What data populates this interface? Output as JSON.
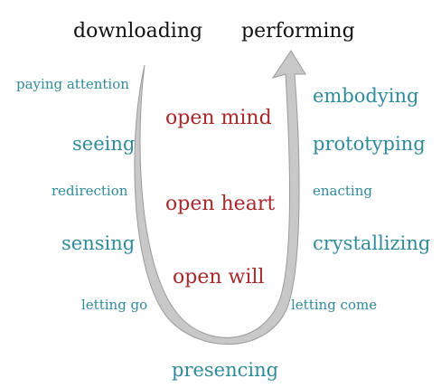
{
  "top": {
    "left_label": "downloading",
    "right_label": "performing"
  },
  "left_side": [
    {
      "text": "paying attention"
    },
    {
      "text": "seeing"
    },
    {
      "text": "redirection"
    },
    {
      "text": "sensing"
    },
    {
      "text": "letting go"
    }
  ],
  "right_side": [
    {
      "text": "embodying"
    },
    {
      "text": "prototyping"
    },
    {
      "text": "enacting"
    },
    {
      "text": "crystallizing"
    },
    {
      "text": "letting come"
    }
  ],
  "center": [
    {
      "text": "open mind"
    },
    {
      "text": "open heart"
    },
    {
      "text": "open will"
    }
  ],
  "bottom": {
    "label": "presencing"
  },
  "colors": {
    "teal": "#2f8a9a",
    "red": "#a8282b",
    "arrow": "#c8c8c8",
    "arrow_edge": "#9a9a9a"
  }
}
